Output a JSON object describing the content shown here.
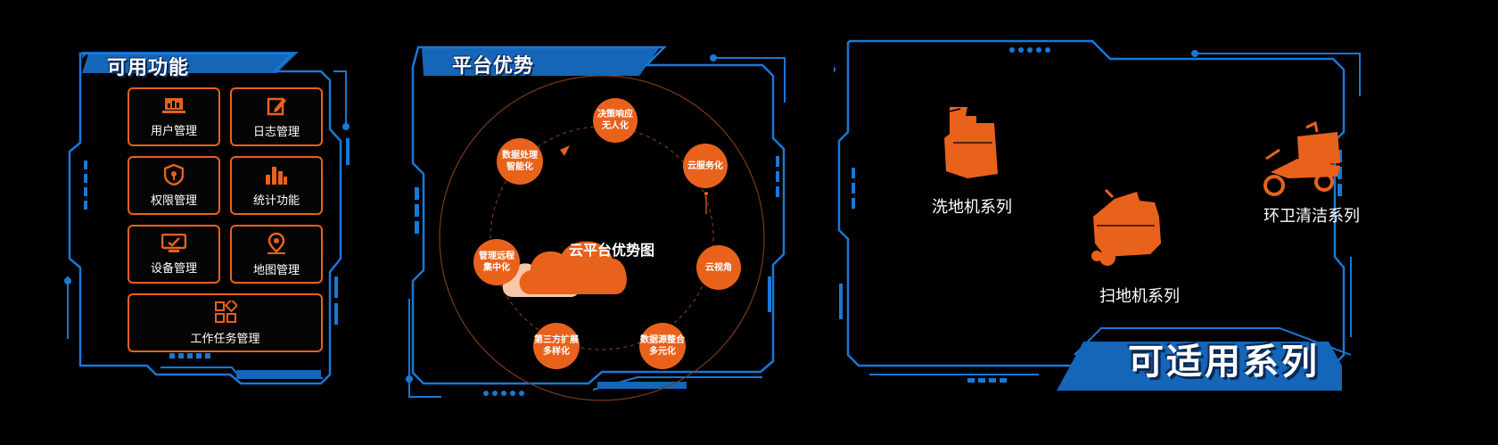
{
  "functions_panel": {
    "title": "可用功能",
    "tiles": [
      {
        "label": "用户管理",
        "icon": "laptop-icon"
      },
      {
        "label": "日志管理",
        "icon": "edit-log-icon"
      },
      {
        "label": "权限管理",
        "icon": "shield-icon"
      },
      {
        "label": "统计功能",
        "icon": "bar-stats-icon"
      },
      {
        "label": "设备管理",
        "icon": "monitor-icon"
      },
      {
        "label": "地图管理",
        "icon": "map-pin-icon"
      },
      {
        "label": "工作任务管理",
        "icon": "grid-tasks-icon"
      }
    ]
  },
  "advantages_panel": {
    "title": "平台优势",
    "center": "云平台优势图",
    "nodes": [
      {
        "line1": "决策响应",
        "line2": "无人化"
      },
      {
        "line1": "云服务化",
        "line2": ""
      },
      {
        "line1": "云视角",
        "line2": ""
      },
      {
        "line1": "数据源整合",
        "line2": "多元化"
      },
      {
        "line1": "第三方扩展",
        "line2": "多样化"
      },
      {
        "line1": "管理远程",
        "line2": "集中化"
      },
      {
        "line1": "数据处理",
        "line2": "智能化"
      }
    ]
  },
  "series_panel": {
    "title": "可适用系列",
    "items": [
      {
        "label": "洗地机系列",
        "icon": "floor-scrubber-icon"
      },
      {
        "label": "扫地机系列",
        "icon": "sweeper-icon"
      },
      {
        "label": "环卫清洁系列",
        "icon": "sanitation-tricycle-icon"
      }
    ]
  },
  "colors": {
    "frame": "#1a78d6",
    "accent": "#e8621c",
    "background": "#000000",
    "title_bar": "#1565b8"
  }
}
